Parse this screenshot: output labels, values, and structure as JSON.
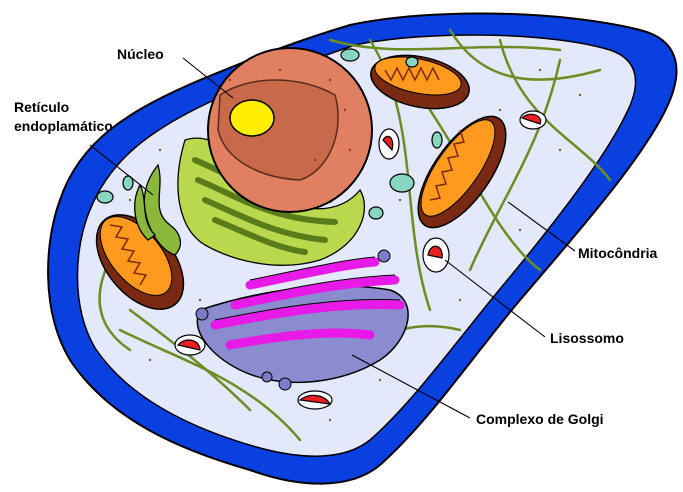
{
  "labels": {
    "nucleo": "Núcleo",
    "reticulo_line1": "Retículo",
    "reticulo_line2": "endoplamático",
    "mitocondria": "Mitocôndria",
    "lisossomo": "Lisossomo",
    "golgi": "Complexo de Golgi"
  },
  "colors": {
    "membrane": "#0a3fe0",
    "cytoplasm": "#e3e8fb",
    "nucleus": "#c86a4a",
    "nucleolus": "#ffee00",
    "reticulum": "#b9d84e",
    "mitochondria_outer": "#7a2a12",
    "mitochondria_inner": "#ff9a1f",
    "golgi": "#e81ae8",
    "golgi_base": "#8a8ccf",
    "lysosome": "#e82020",
    "vesicle": "#86d6c2",
    "cytoskeleton": "#6b8e23"
  }
}
